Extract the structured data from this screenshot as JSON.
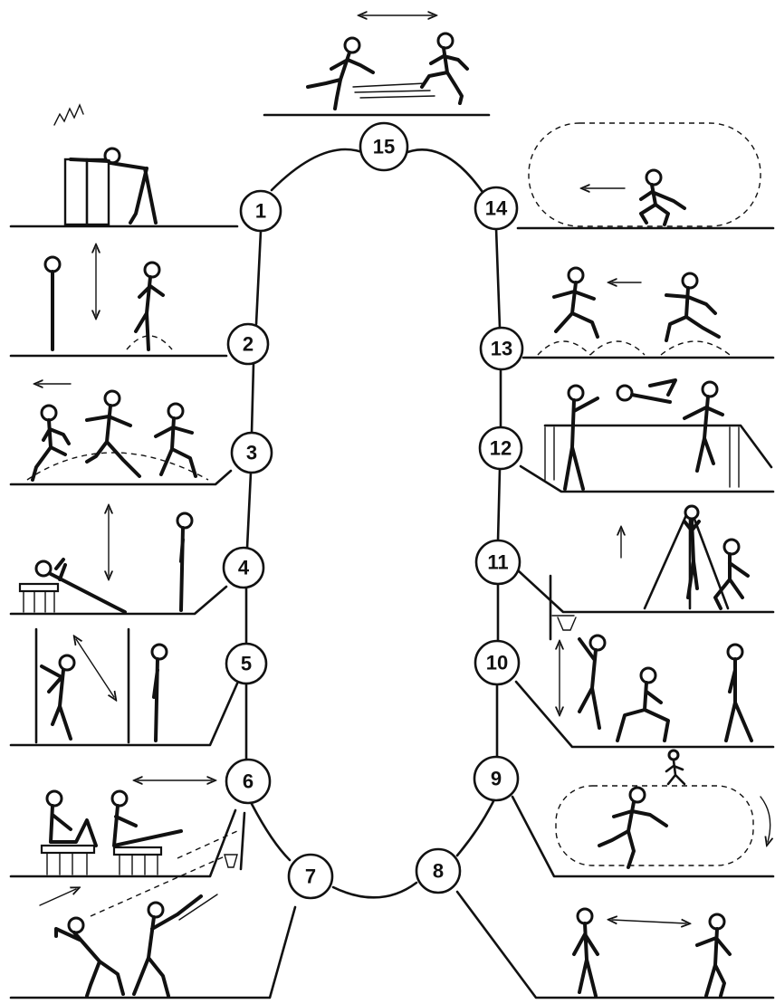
{
  "stations": [
    {
      "label": "1"
    },
    {
      "label": "2"
    },
    {
      "label": "3"
    },
    {
      "label": "4"
    },
    {
      "label": "5"
    },
    {
      "label": "6"
    },
    {
      "label": "7"
    },
    {
      "label": "8"
    },
    {
      "label": "9"
    },
    {
      "label": "10"
    },
    {
      "label": "11"
    },
    {
      "label": "12"
    },
    {
      "label": "13"
    },
    {
      "label": "14"
    },
    {
      "label": "15"
    }
  ]
}
